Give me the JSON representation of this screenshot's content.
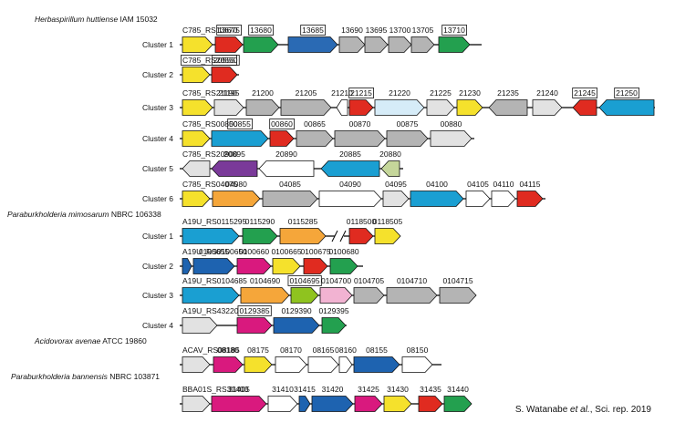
{
  "colors": {
    "yellow": "#f5e12c",
    "red": "#e02b20",
    "green": "#23a04f",
    "blue": "#2a6ab4",
    "gray": "#b4b4b4",
    "lightgray": "#e2e2e2",
    "white": "#ffffff",
    "cyan": "#1a9fd2",
    "lightblue": "#d6ecf8",
    "purple": "#7a3a99",
    "orange": "#f5a63a",
    "olive": "#c5d69a",
    "magenta": "#d9197e",
    "lime": "#8fc31f",
    "pink": "#f2b3d2",
    "navy": "#1e63b0"
  },
  "citation": {
    "prefix": "S. Watanabe ",
    "etal": "et al.",
    "suffix": ", Sci. rep. 2019"
  },
  "organisms": [
    {
      "name": "Herbaspirillum huttiense",
      "strain": " IAM 15032"
    },
    {
      "name": "Paraburkholderia mimosarum",
      "strain": " NBRC 106338"
    },
    {
      "name": "Acidovorax avenae",
      "strain": " ATCC 19860"
    },
    {
      "name": "Paraburkholderia bannensis",
      "strain": " NBRC 103871"
    }
  ],
  "clusters": [
    {
      "label": "Cluster 1",
      "genes": [
        {
          "label": "C785_RS13670",
          "boxed": false,
          "color": "yellow",
          "dir": "r"
        },
        {
          "label": "13675",
          "boxed": true,
          "color": "red",
          "dir": "r"
        },
        {
          "label": "13680",
          "boxed": true,
          "color": "green",
          "dir": "r"
        },
        {
          "label": "13685",
          "boxed": true,
          "color": "blue",
          "dir": "r"
        },
        {
          "label": "13690",
          "boxed": false,
          "color": "gray",
          "dir": "r"
        },
        {
          "label": "13695",
          "boxed": false,
          "color": "gray",
          "dir": "r"
        },
        {
          "label": "13700",
          "boxed": false,
          "color": "gray",
          "dir": "r"
        },
        {
          "label": "13705",
          "boxed": false,
          "color": "gray",
          "dir": "r"
        },
        {
          "label": "13710",
          "boxed": true,
          "color": "green",
          "dir": "r"
        }
      ]
    },
    {
      "label": "Cluster 2",
      "genes": [
        {
          "label": "C785_RS20550",
          "boxed": true,
          "color": "yellow",
          "dir": "r"
        },
        {
          "label": "20555",
          "boxed": true,
          "color": "red",
          "dir": "r"
        }
      ]
    },
    {
      "label": "Cluster 3",
      "genes": [
        {
          "label": "C785_RS21190",
          "boxed": false,
          "color": "yellow",
          "dir": "r"
        },
        {
          "label": "21195",
          "boxed": false,
          "color": "lightgray",
          "dir": "r"
        },
        {
          "label": "21200",
          "boxed": false,
          "color": "gray",
          "dir": "r"
        },
        {
          "label": "21205",
          "boxed": false,
          "color": "gray",
          "dir": "r"
        },
        {
          "label": "21210",
          "boxed": false,
          "color": "white",
          "dir": "l"
        },
        {
          "label": "21215",
          "boxed": true,
          "color": "red",
          "dir": "r"
        },
        {
          "label": "21220",
          "boxed": false,
          "color": "lightblue",
          "dir": "r"
        },
        {
          "label": "21225",
          "boxed": false,
          "color": "lightgray",
          "dir": "r"
        },
        {
          "label": "21230",
          "boxed": false,
          "color": "yellow",
          "dir": "r"
        },
        {
          "label": "21235",
          "boxed": false,
          "color": "gray",
          "dir": "l"
        },
        {
          "label": "21240",
          "boxed": false,
          "color": "lightgray",
          "dir": "r"
        },
        {
          "label": "21245",
          "boxed": true,
          "color": "red",
          "dir": "l"
        },
        {
          "label": "21250",
          "boxed": true,
          "color": "cyan",
          "dir": "l"
        }
      ]
    },
    {
      "label": "Cluster 4",
      "genes": [
        {
          "label": "C785_RS00850",
          "boxed": false,
          "color": "yellow",
          "dir": "r"
        },
        {
          "label": "00855",
          "boxed": true,
          "color": "cyan",
          "dir": "r"
        },
        {
          "label": "00860",
          "boxed": true,
          "color": "red",
          "dir": "r"
        },
        {
          "label": "00865",
          "boxed": false,
          "color": "gray",
          "dir": "r"
        },
        {
          "label": "00870",
          "boxed": false,
          "color": "gray",
          "dir": "r"
        },
        {
          "label": "00875",
          "boxed": false,
          "color": "gray",
          "dir": "r"
        },
        {
          "label": "00880",
          "boxed": false,
          "color": "lightgray",
          "dir": "r"
        }
      ]
    },
    {
      "label": "Cluster 5",
      "genes": [
        {
          "label": "C785_RS20900",
          "boxed": false,
          "color": "lightgray",
          "dir": "l"
        },
        {
          "label": "20895",
          "boxed": false,
          "color": "purple",
          "dir": "l"
        },
        {
          "label": "20890",
          "boxed": false,
          "color": "white",
          "dir": "l"
        },
        {
          "label": "20885",
          "boxed": false,
          "color": "cyan",
          "dir": "l"
        },
        {
          "label": "20880",
          "boxed": false,
          "color": "olive",
          "dir": "l"
        }
      ]
    },
    {
      "label": "Cluster 6",
      "genes": [
        {
          "label": "C785_RS04075",
          "boxed": false,
          "color": "yellow",
          "dir": "r"
        },
        {
          "label": "04080",
          "boxed": false,
          "color": "orange",
          "dir": "r"
        },
        {
          "label": "04085",
          "boxed": false,
          "color": "gray",
          "dir": "r"
        },
        {
          "label": "04090",
          "boxed": false,
          "color": "white",
          "dir": "r"
        },
        {
          "label": "04095",
          "boxed": false,
          "color": "lightgray",
          "dir": "r"
        },
        {
          "label": "04100",
          "boxed": false,
          "color": "cyan",
          "dir": "r"
        },
        {
          "label": "04105",
          "boxed": false,
          "color": "white",
          "dir": "r"
        },
        {
          "label": "04110",
          "boxed": false,
          "color": "white",
          "dir": "r"
        },
        {
          "label": "04115",
          "boxed": false,
          "color": "red",
          "dir": "r"
        }
      ]
    },
    {
      "label": "Cluster 1",
      "genes": [
        {
          "label": "A19U_RS0115295",
          "boxed": false,
          "color": "cyan",
          "dir": "r"
        },
        {
          "label": "0115290",
          "boxed": false,
          "color": "green",
          "dir": "r"
        },
        {
          "label": "0115285",
          "boxed": false,
          "color": "orange",
          "dir": "r"
        },
        {
          "label": "0118500",
          "boxed": false,
          "color": "red",
          "dir": "r"
        },
        {
          "label": "0118505",
          "boxed": false,
          "color": "yellow",
          "dir": "r"
        }
      ]
    },
    {
      "label": "Cluster 2",
      "genes": [
        {
          "label": "A19U_RS0100650",
          "boxed": false,
          "color": "navy",
          "dir": "r"
        },
        {
          "label": "0100655",
          "boxed": false,
          "color": "navy",
          "dir": "r"
        },
        {
          "label": "0100660",
          "boxed": false,
          "color": "magenta",
          "dir": "r"
        },
        {
          "label": "0100665",
          "boxed": false,
          "color": "yellow",
          "dir": "r"
        },
        {
          "label": "0100675",
          "boxed": false,
          "color": "red",
          "dir": "r"
        },
        {
          "label": "0100680",
          "boxed": false,
          "color": "green",
          "dir": "r"
        }
      ]
    },
    {
      "label": "Cluster 3",
      "genes": [
        {
          "label": "A19U_RS0104685",
          "boxed": false,
          "color": "cyan",
          "dir": "r"
        },
        {
          "label": "0104690",
          "boxed": false,
          "color": "orange",
          "dir": "r"
        },
        {
          "label": "0104695",
          "boxed": true,
          "color": "lime",
          "dir": "r"
        },
        {
          "label": "0104700",
          "boxed": false,
          "color": "pink",
          "dir": "r"
        },
        {
          "label": "0104705",
          "boxed": false,
          "color": "gray",
          "dir": "r"
        },
        {
          "label": "0104710",
          "boxed": false,
          "color": "gray",
          "dir": "r"
        },
        {
          "label": "0104715",
          "boxed": false,
          "color": "gray",
          "dir": "r"
        }
      ]
    },
    {
      "label": "Cluster 4",
      "genes": [
        {
          "label": "A19U_RS43220",
          "boxed": false,
          "color": "lightgray",
          "dir": "r"
        },
        {
          "label": "0129385",
          "boxed": true,
          "color": "magenta",
          "dir": "r"
        },
        {
          "label": "0129390",
          "boxed": false,
          "color": "navy",
          "dir": "r"
        },
        {
          "label": "0129395",
          "boxed": false,
          "color": "green",
          "dir": "r"
        }
      ]
    },
    {
      "label": "",
      "genes": [
        {
          "label": "ACAV_RS08185",
          "boxed": false,
          "color": "lightgray",
          "dir": "r"
        },
        {
          "label": "08180",
          "boxed": false,
          "color": "magenta",
          "dir": "r"
        },
        {
          "label": "08175",
          "boxed": false,
          "color": "yellow",
          "dir": "r"
        },
        {
          "label": "08170",
          "boxed": false,
          "color": "white",
          "dir": "r"
        },
        {
          "label": "08165",
          "boxed": false,
          "color": "white",
          "dir": "r"
        },
        {
          "label": "08160",
          "boxed": false,
          "color": "white",
          "dir": "r"
        },
        {
          "label": "08155",
          "boxed": false,
          "color": "navy",
          "dir": "r"
        },
        {
          "label": "08150",
          "boxed": false,
          "color": "white",
          "dir": "r"
        }
      ]
    },
    {
      "label": "",
      "genes": [
        {
          "label": "BBA01S_RS31400",
          "boxed": false,
          "color": "lightgray",
          "dir": "r"
        },
        {
          "label": "31405",
          "boxed": false,
          "color": "magenta",
          "dir": "r"
        },
        {
          "label": "31410",
          "boxed": false,
          "color": "white",
          "dir": "r"
        },
        {
          "label": "31415",
          "boxed": false,
          "color": "navy",
          "dir": "r"
        },
        {
          "label": "31420",
          "boxed": false,
          "color": "navy",
          "dir": "r"
        },
        {
          "label": "31425",
          "boxed": false,
          "color": "magenta",
          "dir": "r"
        },
        {
          "label": "31430",
          "boxed": false,
          "color": "yellow",
          "dir": "r"
        },
        {
          "label": "31435",
          "boxed": false,
          "color": "red",
          "dir": "r"
        },
        {
          "label": "31440",
          "boxed": false,
          "color": "green",
          "dir": "r"
        }
      ]
    }
  ]
}
